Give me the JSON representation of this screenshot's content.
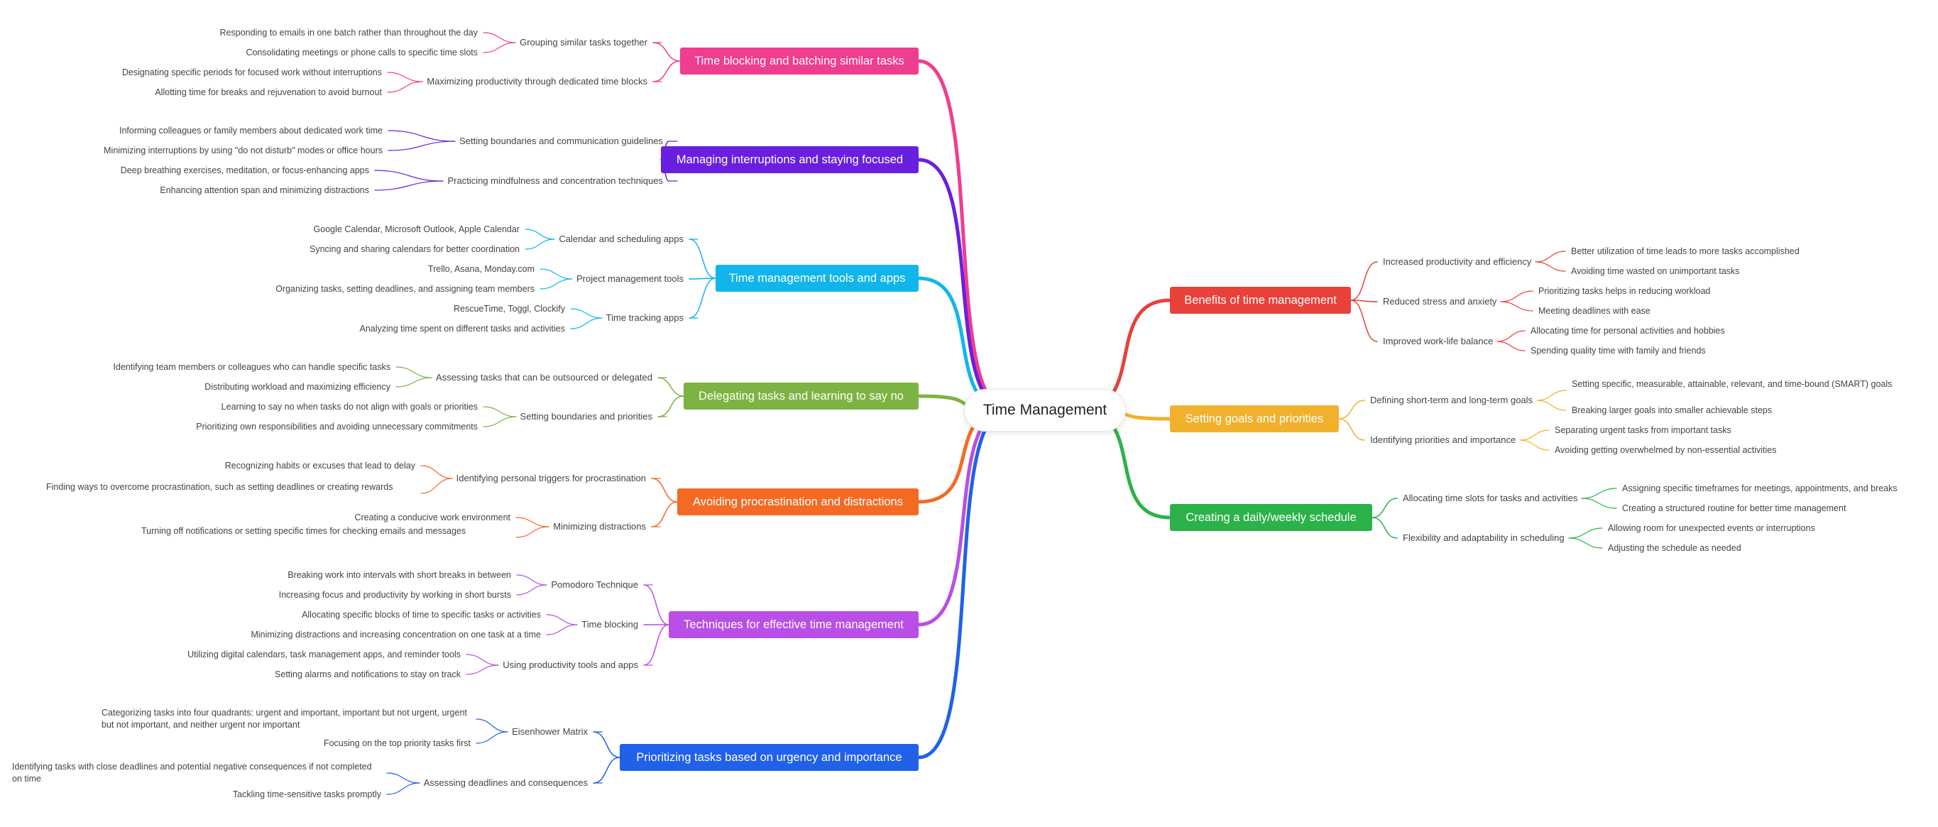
{
  "root": "Time Management",
  "branches": [
    {
      "label": "Time blocking and batching similar tasks",
      "color": "#ef3d8f",
      "subs": [
        {
          "label": "Grouping similar tasks together",
          "leaves": [
            "Responding to emails in one batch rather than throughout the day",
            "Consolidating meetings or phone calls to specific time slots"
          ]
        },
        {
          "label": "Maximizing productivity through dedicated time blocks",
          "leaves": [
            "Designating specific periods for focused work without interruptions",
            "Allotting time for breaks and rejuvenation to avoid burnout"
          ]
        }
      ]
    },
    {
      "label": "Managing interruptions and staying focused",
      "color": "#6a1fe0",
      "subs": [
        {
          "label": "Setting boundaries and communication guidelines",
          "leaves": [
            "Informing colleagues or family members about dedicated work time",
            "Minimizing interruptions by using \"do not disturb\" modes or office hours"
          ]
        },
        {
          "label": "Practicing mindfulness and concentration techniques",
          "leaves": [
            "Deep breathing exercises, meditation, or focus-enhancing apps",
            "Enhancing attention span and minimizing distractions"
          ]
        }
      ]
    },
    {
      "label": "Time management tools and apps",
      "color": "#12b5ea",
      "subs": [
        {
          "label": "Calendar and scheduling apps",
          "leaves": [
            "Google Calendar, Microsoft Outlook, Apple Calendar",
            "Syncing and sharing calendars for better coordination"
          ]
        },
        {
          "label": "Project management tools",
          "leaves": [
            "Trello, Asana, Monday.com",
            "Organizing tasks, setting deadlines, and assigning team members"
          ]
        },
        {
          "label": "Time tracking apps",
          "leaves": [
            "RescueTime, Toggl, Clockify",
            "Analyzing time spent on different tasks and activities"
          ]
        }
      ]
    },
    {
      "label": "Delegating tasks and learning to say no",
      "color": "#7cb342",
      "subs": [
        {
          "label": "Assessing tasks that can be outsourced or delegated",
          "leaves": [
            "Identifying team members or colleagues who can handle specific tasks",
            "Distributing workload and maximizing efficiency"
          ]
        },
        {
          "label": "Setting boundaries and priorities",
          "leaves": [
            "Learning to say no when tasks do not align with goals or priorities",
            "Prioritizing own responsibilities and avoiding unnecessary commitments"
          ]
        }
      ]
    },
    {
      "label": "Avoiding procrastination and distractions",
      "color": "#f46a25",
      "subs": [
        {
          "label": "Identifying personal triggers for procrastination",
          "leaves": [
            "Recognizing habits or excuses that lead to delay",
            "Finding ways to overcome procrastination, such as setting deadlines or creating rewards"
          ]
        },
        {
          "label": "Minimizing distractions",
          "leaves": [
            "Creating a conducive work environment",
            "Turning off notifications or setting specific times for checking emails and messages"
          ]
        }
      ]
    },
    {
      "label": "Techniques for effective time management",
      "color": "#b94fe6",
      "subs": [
        {
          "label": "Pomodoro Technique",
          "leaves": [
            "Breaking work into intervals with short breaks in between",
            "Increasing focus and productivity by working in short bursts"
          ]
        },
        {
          "label": "Time blocking",
          "leaves": [
            "Allocating specific blocks of time to specific tasks or activities",
            "Minimizing distractions and increasing concentration on one task at a time"
          ]
        },
        {
          "label": "Using productivity tools and apps",
          "leaves": [
            "Utilizing digital calendars, task management apps, and reminder tools",
            "Setting alarms and notifications to stay on track"
          ]
        }
      ]
    },
    {
      "label": "Prioritizing tasks based on urgency and importance",
      "color": "#2161e8",
      "subs": [
        {
          "label": "Eisenhower Matrix",
          "leaves": [
            "Categorizing tasks into four quadrants: urgent and important, important but not urgent, urgent but not important, and neither urgent nor important",
            "Focusing on the top priority tasks first"
          ]
        },
        {
          "label": "Assessing deadlines and consequences",
          "leaves": [
            "Identifying tasks with close deadlines and potential negative consequences if not completed on time",
            "Tackling time-sensitive tasks promptly"
          ]
        }
      ]
    },
    {
      "label": "Benefits of time management",
      "color": "#e8413a",
      "subs": [
        {
          "label": "Increased productivity and efficiency",
          "leaves": [
            "Better utilization of time leads to more tasks accomplished",
            "Avoiding time wasted on unimportant tasks"
          ]
        },
        {
          "label": "Reduced stress and anxiety",
          "leaves": [
            "Prioritizing tasks helps in reducing workload",
            "Meeting deadlines with ease"
          ]
        },
        {
          "label": "Improved work-life balance",
          "leaves": [
            "Allocating time for personal activities and hobbies",
            "Spending quality time with family and friends"
          ]
        }
      ]
    },
    {
      "label": "Setting goals and priorities",
      "color": "#f2b12c",
      "subs": [
        {
          "label": "Defining short-term and long-term goals",
          "leaves": [
            "Setting specific, measurable, attainable, relevant, and time-bound (SMART) goals",
            "Breaking larger goals into smaller achievable steps"
          ]
        },
        {
          "label": "Identifying priorities and importance",
          "leaves": [
            "Separating urgent tasks from important tasks",
            "Avoiding getting overwhelmed by non-essential activities"
          ]
        }
      ]
    },
    {
      "label": "Creating a daily/weekly schedule",
      "color": "#2bb24a",
      "subs": [
        {
          "label": "Allocating time slots for tasks and activities",
          "leaves": [
            "Assigning specific timeframes for meetings, appointments, and breaks",
            "Creating a structured routine for better time management"
          ]
        },
        {
          "label": "Flexibility and adaptability in scheduling",
          "leaves": [
            "Allowing room for unexpected events or interruptions",
            "Adjusting the schedule as needed"
          ]
        }
      ]
    }
  ]
}
